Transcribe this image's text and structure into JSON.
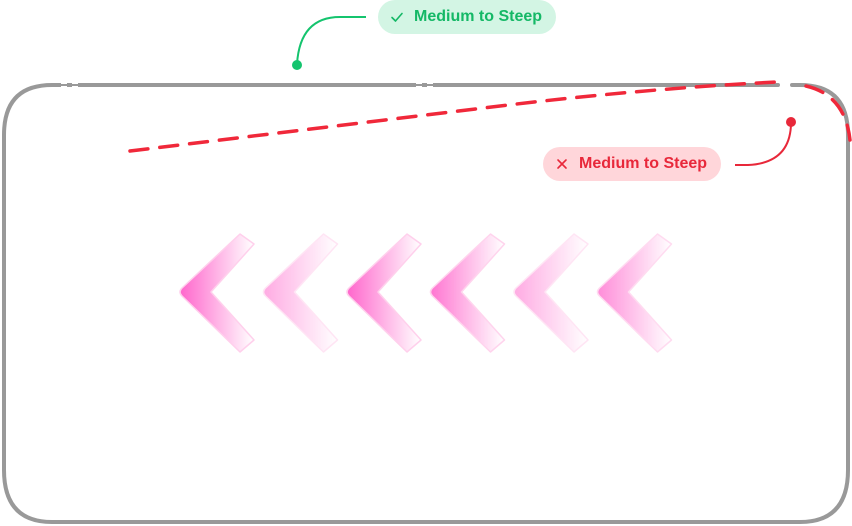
{
  "title": "Medium to Steep curve comparison",
  "annotations": {
    "good": {
      "label": "Medium to Steep",
      "icon": "check-icon",
      "color": "#14b866",
      "background": "#d3f5e4"
    },
    "bad": {
      "label": "Medium to Steep",
      "icon": "close-icon",
      "color": "#e8283a",
      "background": "#ffd6da"
    }
  },
  "frame": {
    "stroke_color": "#999999"
  },
  "bad_path": {
    "style": "dashed",
    "color": "#f0283a"
  },
  "chevrons": {
    "direction": "left",
    "count": 6,
    "color": "#ff66cc",
    "intensities": [
      1.0,
      0.55,
      1.0,
      0.9,
      0.55,
      0.75
    ]
  }
}
